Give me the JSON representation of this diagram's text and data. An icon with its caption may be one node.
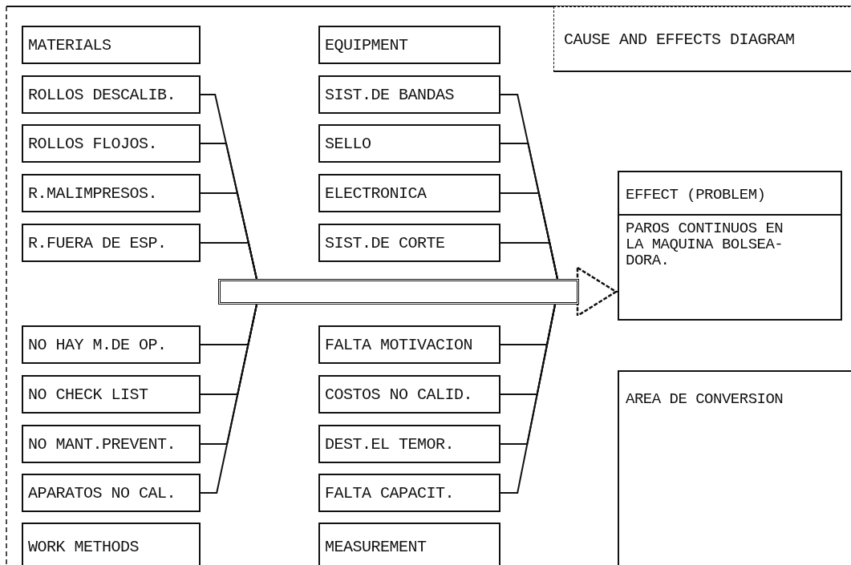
{
  "diagram": {
    "title": "CAUSE AND EFFECTS DIAGRAM",
    "nodes": [
      {
        "text": [
          "MATERIALS"
        ]
      },
      {
        "text": [
          "ROLLOS DESCALIB."
        ]
      },
      {
        "text": [
          "ROLLOS FLOJOS."
        ]
      },
      {
        "text": [
          "R.MALIMPRESOS."
        ]
      },
      {
        "text": [
          "R.FUERA DE ESP."
        ]
      },
      {
        "text": [
          "NO HAY M.DE OP."
        ]
      },
      {
        "text": [
          "NO CHECK LIST"
        ]
      },
      {
        "text": [
          "NO MANT.PREVENT."
        ]
      },
      {
        "text": [
          "APARATOS NO CAL."
        ]
      },
      {
        "text": [
          "WORK METHODS"
        ]
      },
      {
        "text": [
          "EQUIPMENT"
        ]
      },
      {
        "text": [
          "SIST.DE BANDAS"
        ]
      },
      {
        "text": [
          "SELLO"
        ]
      },
      {
        "text": [
          "ELECTRONICA"
        ]
      },
      {
        "text": [
          "SIST.DE CORTE"
        ]
      },
      {
        "text": [
          "FALTA MOTIVACION"
        ]
      },
      {
        "text": [
          "COSTOS NO CALID."
        ]
      },
      {
        "text": [
          "DEST.EL TEMOR."
        ]
      },
      {
        "text": [
          "FALTA CAPACIT."
        ]
      },
      {
        "text": [
          "MEASUREMENT"
        ]
      },
      {
        "text": [],
        "shape": "bar"
      },
      {
        "text": [
          "EFFECT (PROBLEM)",
          "PAROS CONTINUOS EN LA MAQUINA BOLSEA- DORA."
        ]
      },
      {
        "text": [
          "AREA DE CONVERSION"
        ]
      }
    ],
    "edges": [
      {
        "from": 1,
        "to": 20,
        "arrow": "none"
      },
      {
        "from": 2,
        "to": 20,
        "arrow": "none"
      },
      {
        "from": 3,
        "to": 20,
        "arrow": "none"
      },
      {
        "from": 4,
        "to": 20,
        "arrow": "none"
      },
      {
        "from": 5,
        "to": 20,
        "arrow": "none"
      },
      {
        "from": 6,
        "to": 20,
        "arrow": "none"
      },
      {
        "from": 7,
        "to": 20,
        "arrow": "none"
      },
      {
        "from": 8,
        "to": 20,
        "arrow": "none"
      },
      {
        "from": 11,
        "to": 20,
        "arrow": "none"
      },
      {
        "from": 12,
        "to": 20,
        "arrow": "none"
      },
      {
        "from": 13,
        "to": 20,
        "arrow": "none"
      },
      {
        "from": 14,
        "to": 20,
        "arrow": "none"
      },
      {
        "from": 15,
        "to": 20,
        "arrow": "none"
      },
      {
        "from": 16,
        "to": 20,
        "arrow": "none"
      },
      {
        "from": 17,
        "to": 20,
        "arrow": "none"
      },
      {
        "from": 18,
        "to": 20,
        "arrow": "none"
      },
      {
        "from": 20,
        "to": 21,
        "arrow": "to"
      }
    ]
  }
}
